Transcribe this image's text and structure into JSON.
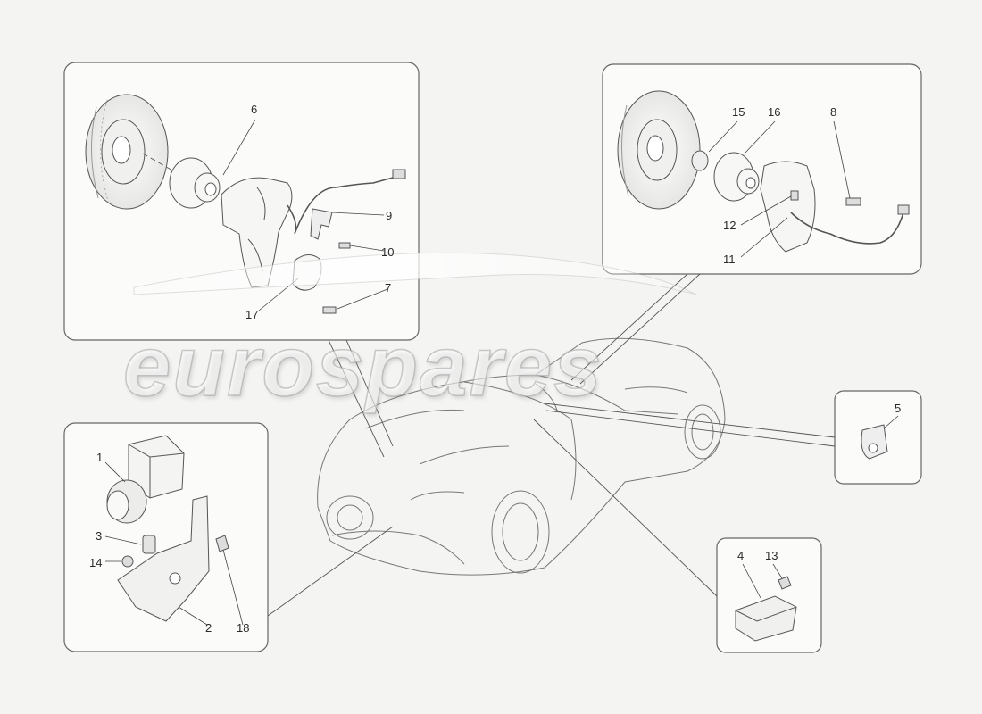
{
  "diagram": {
    "watermark": "eurospares",
    "callouts": {
      "c1": "1",
      "c2": "2",
      "c3": "3",
      "c4": "4",
      "c5": "5",
      "c6": "6",
      "c7": "7",
      "c8": "8",
      "c9": "9",
      "c10": "10",
      "c11": "11",
      "c12": "12",
      "c13": "13",
      "c14": "14",
      "c15": "15",
      "c16": "16",
      "c17": "17",
      "c18": "18"
    }
  },
  "colors": {
    "background": "#f4f4f2",
    "line": "#555555",
    "panel_border": "#666666"
  }
}
